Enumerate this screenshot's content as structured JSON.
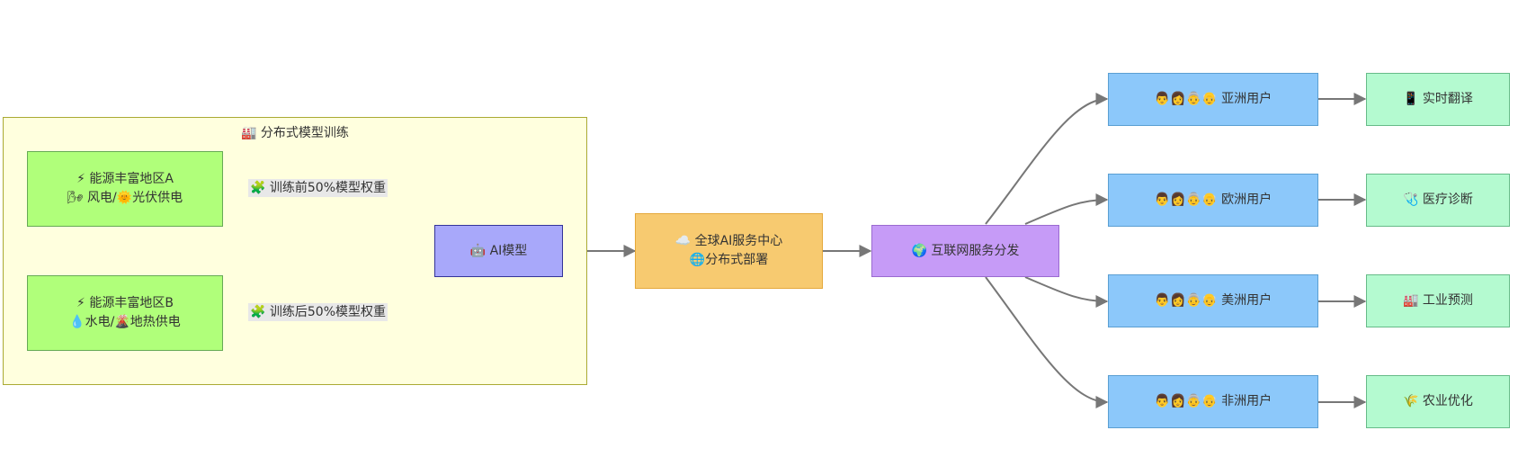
{
  "cluster": {
    "title": "🏭 分布式模型训练"
  },
  "nodes": {
    "regionA": {
      "line1": "⚡ 能源丰富地区A",
      "line2": "🌬 风电/🌞光伏供电"
    },
    "regionB": {
      "line1": "⚡ 能源丰富地区B",
      "line2": "💧水电/🌋地热供电"
    },
    "aiModel": {
      "label": "🤖 AI模型"
    },
    "center": {
      "line1": "☁️ 全球AI服务中心",
      "line2": "🌐分布式部署"
    },
    "internet": {
      "label": "🌍 互联网服务分发"
    },
    "asia": {
      "label": "👨👩👵👴 亚洲用户"
    },
    "europe": {
      "label": "👨👩👵👴 欧洲用户"
    },
    "america": {
      "label": "👨👩👵👴 美洲用户"
    },
    "africa": {
      "label": "👨👩👵👴 非洲用户"
    },
    "translate": {
      "label": "📱 实时翻译"
    },
    "medical": {
      "label": "🩺 医疗诊断"
    },
    "industry": {
      "label": "🏭 工业预测"
    },
    "agri": {
      "label": "🌾 农业优化"
    }
  },
  "edge_labels": {
    "a_to_model": "🧩 训练前50%模型权重",
    "b_to_model": "🧩 训练后50%模型权重"
  }
}
